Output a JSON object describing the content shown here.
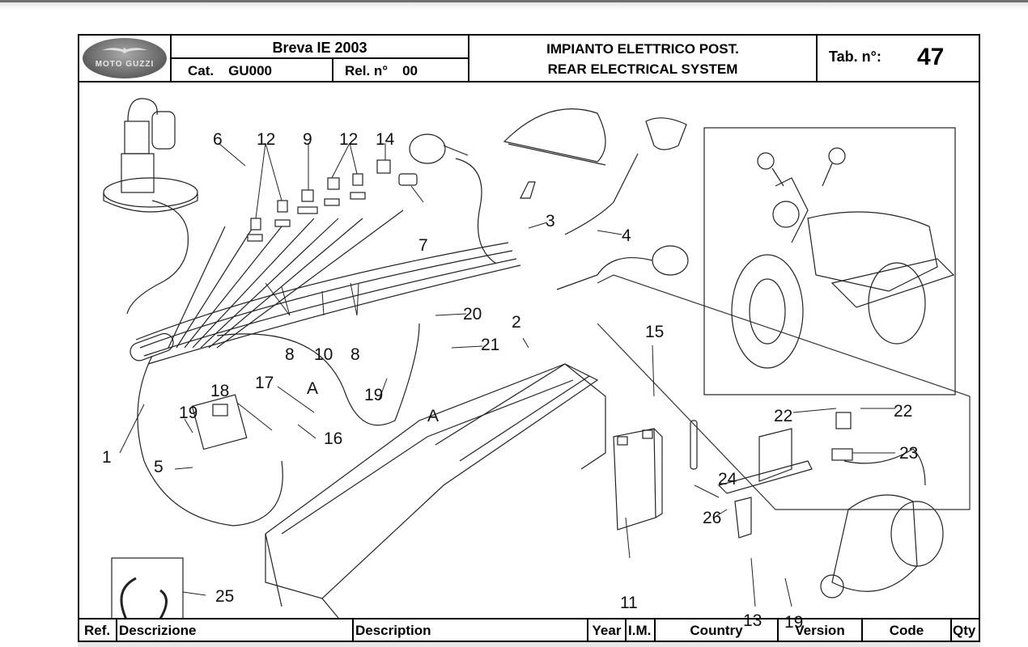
{
  "header": {
    "logo_text": "MOTO GUZZI",
    "model": "Breva IE 2003",
    "cat_label": "Cat.",
    "cat_value": "GU000",
    "rel_label": "Rel. n°",
    "rel_value": "00",
    "title_it": "IMPIANTO ELETTRICO POST.",
    "title_en": "REAR ELECTRICAL SYSTEM",
    "tab_label": "Tab. n°:",
    "tab_number": "47"
  },
  "callouts": {
    "c1": "1",
    "c2": "2",
    "c3": "3",
    "c4": "4",
    "c5": "5",
    "c6": "6",
    "c7": "7",
    "c8a": "8",
    "c8b": "8",
    "c9": "9",
    "c10": "10",
    "c11": "11",
    "c12a": "12",
    "c12b": "12",
    "c13": "13",
    "c14": "14",
    "c15": "15",
    "c16": "16",
    "c17": "17",
    "c18": "18",
    "c19a": "19",
    "c19b": "19",
    "c19c": "19",
    "c20": "20",
    "c21": "21",
    "c22a": "22",
    "c22b": "22",
    "c23": "23",
    "c24": "24",
    "c25": "25",
    "c26": "26",
    "ref_a1": "A",
    "ref_a2": "A"
  },
  "table": {
    "columns": [
      "Ref.",
      "Descrizione",
      "Description",
      "Year",
      "I.M.",
      "Country",
      "Version",
      "Code",
      "Qty"
    ]
  }
}
